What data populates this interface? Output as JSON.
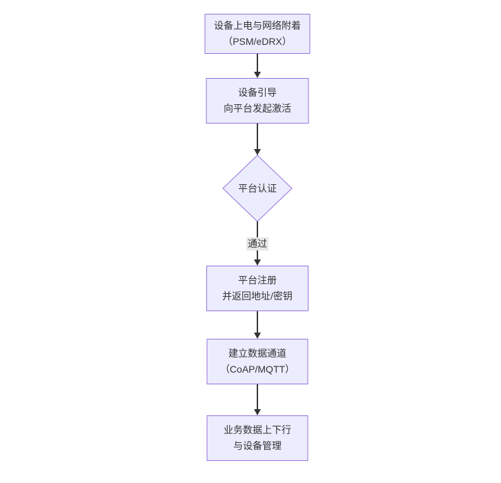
{
  "diagram": {
    "type": "flowchart",
    "direction": "top-down",
    "colors": {
      "background": "#ffffff",
      "node_fill": "#ECECFF",
      "node_border": "#9370DB",
      "edge_color": "#333333",
      "text_color": "#333333",
      "edge_label_bg": "#e8e8e8"
    },
    "nodes": [
      {
        "id": "power-attach",
        "shape": "rect",
        "lines": [
          "设备上电与网络附着",
          "（PSM/eDRX）"
        ]
      },
      {
        "id": "bootstrap",
        "shape": "rect",
        "lines": [
          "设备引导",
          "向平台发起激活"
        ]
      },
      {
        "id": "platform-auth",
        "shape": "diamond",
        "lines": [
          "平台认证"
        ]
      },
      {
        "id": "platform-register",
        "shape": "rect",
        "lines": [
          "平台注册",
          "并返回地址/密钥"
        ]
      },
      {
        "id": "data-channel",
        "shape": "rect",
        "lines": [
          "建立数据通道",
          "（CoAP/MQTT）"
        ]
      },
      {
        "id": "business-data",
        "shape": "rect",
        "lines": [
          "业务数据上下行",
          "与设备管理"
        ]
      }
    ],
    "edges": [
      {
        "from": "power-attach",
        "to": "bootstrap",
        "label": ""
      },
      {
        "from": "bootstrap",
        "to": "platform-auth",
        "label": ""
      },
      {
        "from": "platform-auth",
        "to": "platform-register",
        "label": "通过"
      },
      {
        "from": "platform-register",
        "to": "data-channel",
        "label": ""
      },
      {
        "from": "data-channel",
        "to": "business-data",
        "label": ""
      }
    ]
  }
}
